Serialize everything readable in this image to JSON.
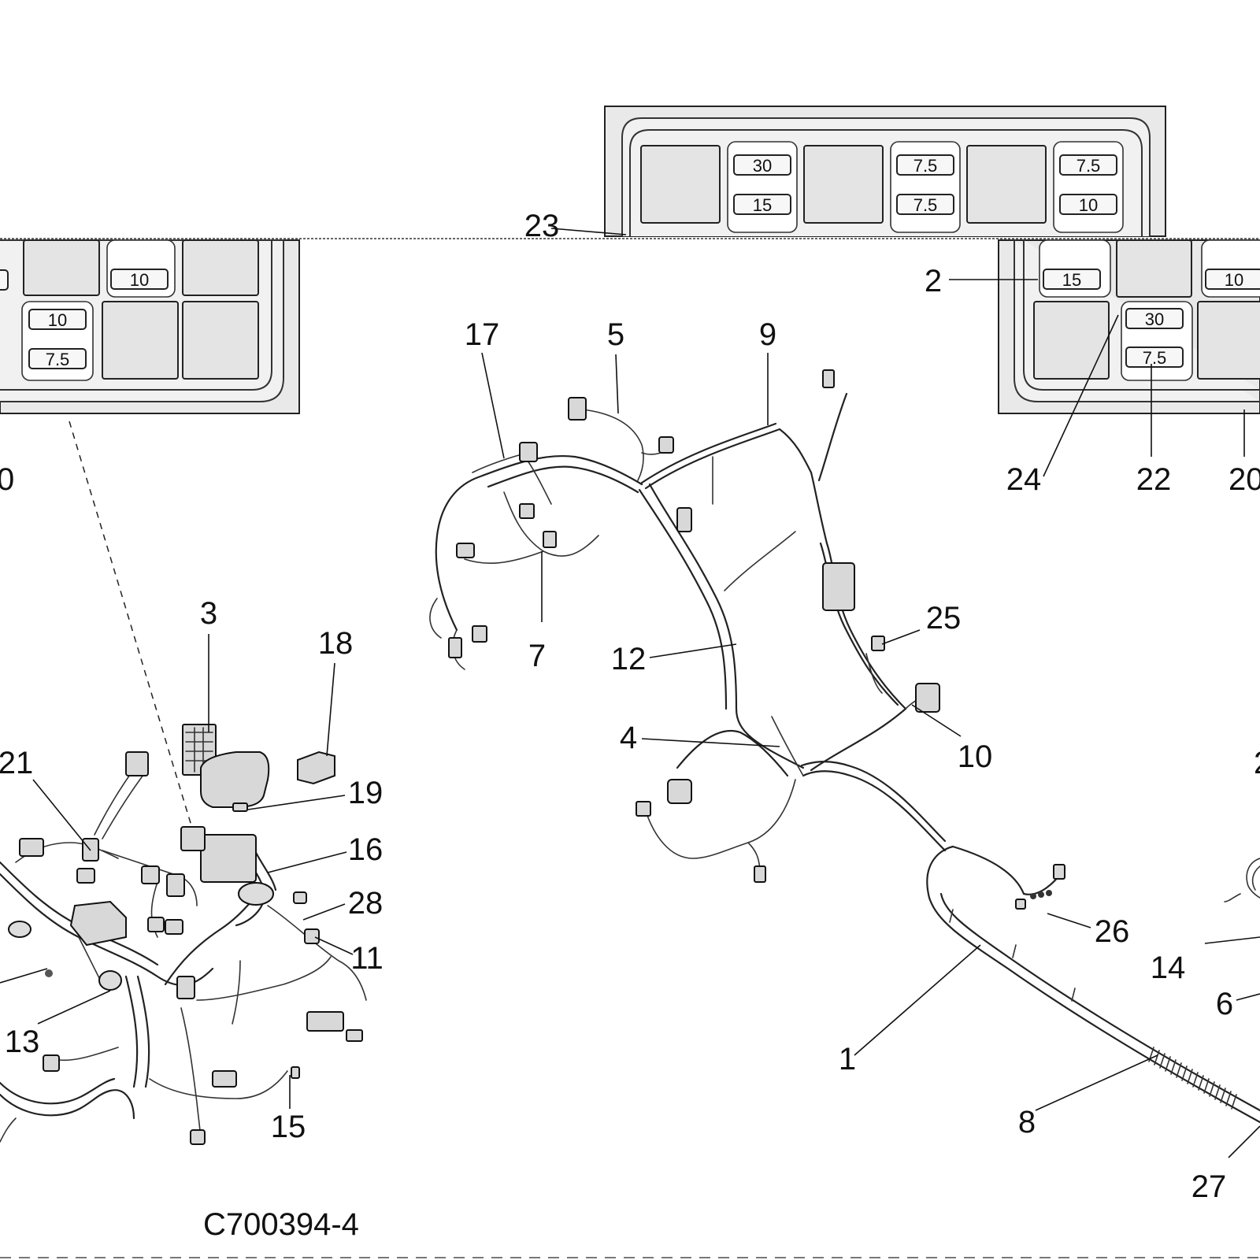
{
  "figure_code": "C700394-4",
  "callouts": {
    "c1": "1",
    "c2": "2",
    "c3": "3",
    "c4": "4",
    "c5": "5",
    "c6": "6",
    "c7": "7",
    "c8": "8",
    "c9": "9",
    "c10": "10",
    "c11": "11",
    "c12": "12",
    "c13": "13",
    "c14": "14",
    "c15": "15",
    "c16": "16",
    "c17": "17",
    "c18": "18",
    "c19": "19",
    "c20": "20",
    "c20_partial_left": "0",
    "c21": "21",
    "c21_partial_right": "2",
    "c22": "22",
    "c23": "23",
    "c24": "24",
    "c25": "25",
    "c26": "26",
    "c27": "27",
    "c28": "28"
  },
  "fuse_box_top": {
    "fuses": [
      "30",
      "15",
      "7.5",
      "7.5",
      "7.5",
      "10"
    ]
  },
  "fuse_box_left": {
    "fuses": [
      "10",
      "10",
      "7.5"
    ]
  },
  "fuse_box_right": {
    "fuses": [
      "15",
      "10",
      "30",
      "7.5"
    ]
  }
}
